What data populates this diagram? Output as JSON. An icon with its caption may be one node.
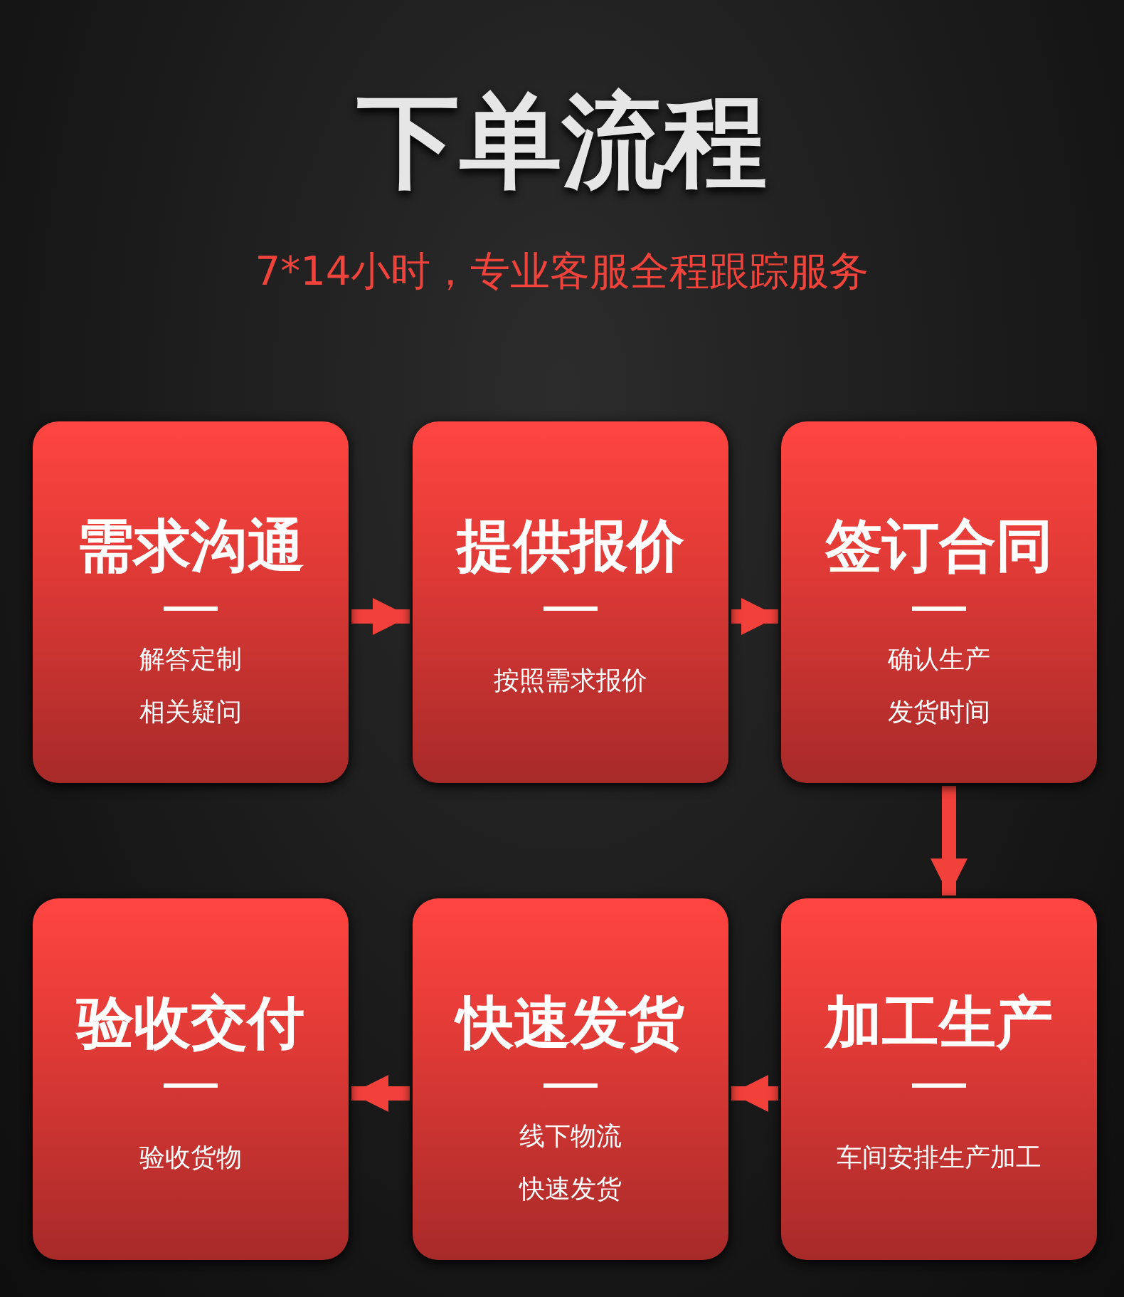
{
  "diagram": {
    "title": "下单流程",
    "nodes": [
      {
        "text": [
          "需求沟通",
          "解答定制",
          "相关疑问"
        ]
      },
      {
        "text": [
          "提供报价",
          "按照需求报价"
        ]
      },
      {
        "text": [
          "签订合同",
          "确认生产",
          "发货时间"
        ]
      },
      {
        "text": [
          "验收交付",
          "验收货物"
        ]
      },
      {
        "text": [
          "快速发货",
          "线下物流",
          "快速发货"
        ]
      },
      {
        "text": [
          "加工生产",
          "车间安排生产加工"
        ]
      }
    ],
    "edges": [
      {
        "from": 0,
        "to": 1,
        "arrow": "to"
      },
      {
        "from": 1,
        "to": 2,
        "arrow": "to"
      },
      {
        "from": 2,
        "to": 5,
        "arrow": "to"
      },
      {
        "from": 5,
        "to": 4,
        "arrow": "to"
      },
      {
        "from": 4,
        "to": 3,
        "arrow": "to"
      }
    ],
    "labels": [
      "7*14小时，专业客服全程跟踪服务"
    ]
  }
}
